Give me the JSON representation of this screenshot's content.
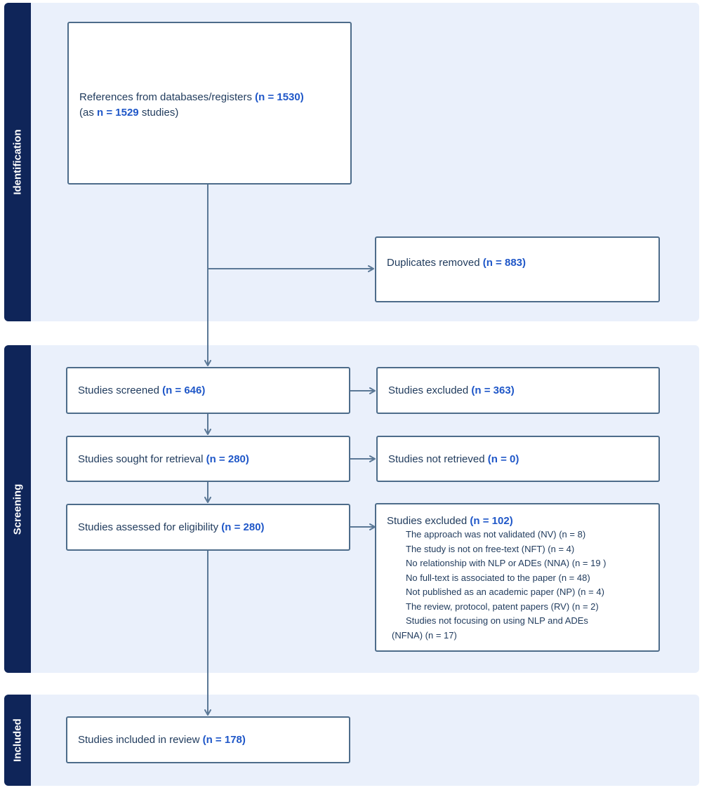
{
  "phases": {
    "identification": "Identification",
    "screening": "Screening",
    "included": "Included"
  },
  "boxes": {
    "references": {
      "line1_label": "References from databases/registers",
      "line1_count": "(n = 1530)",
      "line2_prefix": "(as",
      "line2_count": "n = 1529",
      "line2_suffix": "studies)"
    },
    "duplicates": {
      "label": "Duplicates removed",
      "count": "(n = 883)"
    },
    "screened": {
      "label": "Studies screened",
      "count": "(n = 646)"
    },
    "excluded_screening": {
      "label": "Studies excluded",
      "count": "(n = 363)"
    },
    "sought": {
      "label": "Studies sought for retrieval",
      "count": "(n = 280)"
    },
    "not_retrieved": {
      "label": "Studies not retrieved",
      "count": "(n = 0)"
    },
    "assessed": {
      "label": "Studies assessed for eligibility",
      "count": "(n = 280)"
    },
    "excluded_eligibility": {
      "label": "Studies excluded",
      "count": "(n = 102)",
      "reasons": [
        "The approach was not validated (NV) (n =  8)",
        "The study is not on free-text (NFT) (n = 4)",
        "No relationship with NLP or ADEs (NNA) (n = 19 )",
        "No full-text is associated to the paper  (n = 48)",
        "Not published as an academic paper (NP)  (n = 4)",
        "The review, protocol, patent papers (RV) (n = 2)",
        "Studies not focusing on using NLP and ADEs"
      ],
      "reason_continuation": "(NFNA) (n = 17)"
    },
    "included": {
      "label": "Studies included in review",
      "count": "(n = 178)"
    }
  }
}
